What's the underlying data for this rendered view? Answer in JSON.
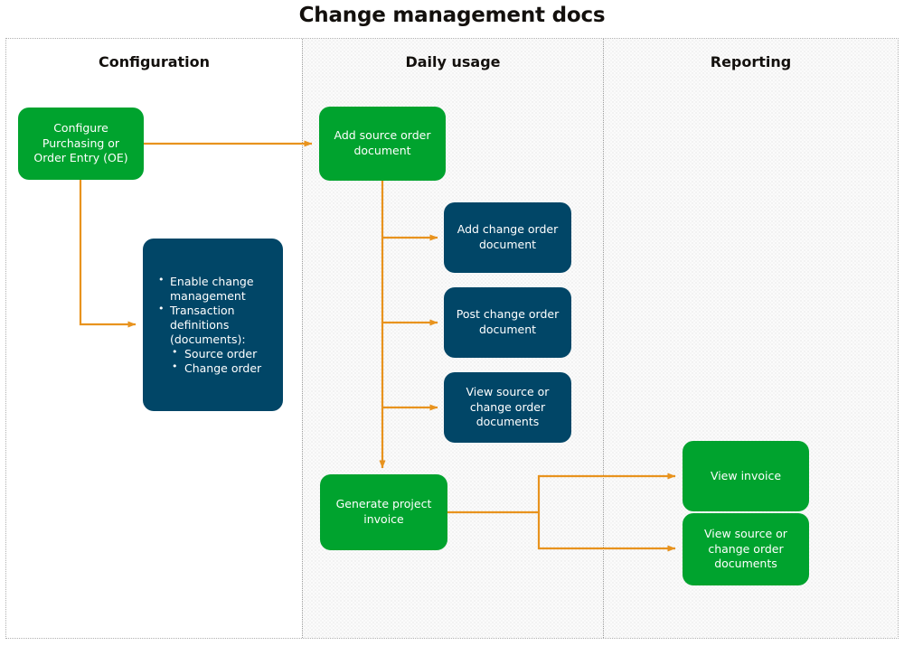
{
  "title": "Change management docs",
  "colors": {
    "green": "#00a32e",
    "blue": "#014667",
    "orange": "#e8931e",
    "text_dark": "#13100d",
    "lane_border": "#b0b0b0"
  },
  "lanes": [
    {
      "id": "configuration",
      "label": "Configuration"
    },
    {
      "id": "daily-usage",
      "label": "Daily usage"
    },
    {
      "id": "reporting",
      "label": "Reporting"
    }
  ],
  "nodes": {
    "configure_purchasing": {
      "label": "Configure\nPurchasing or\nOrder Entry (OE)",
      "color": "green",
      "lane": "configuration"
    },
    "enable_change_management": {
      "color": "blue",
      "lane": "configuration",
      "bullets": [
        {
          "text": "Enable change management",
          "children": []
        },
        {
          "text": "Transaction definitions (documents):",
          "children": [
            "Source order",
            "Change order"
          ]
        }
      ]
    },
    "add_source_order_document": {
      "label": "Add source order\ndocument",
      "color": "green",
      "lane": "daily-usage"
    },
    "add_change_order_document": {
      "label": "Add change order\ndocument",
      "color": "blue",
      "lane": "daily-usage"
    },
    "post_change_order_document": {
      "label": "Post change order\ndocument",
      "color": "blue",
      "lane": "daily-usage"
    },
    "view_source_or_change_order_documents": {
      "label": "View source or\nchange order\ndocuments",
      "color": "blue",
      "lane": "daily-usage"
    },
    "generate_project_invoice": {
      "label": "Generate project\ninvoice",
      "color": "green",
      "lane": "daily-usage"
    },
    "view_invoice": {
      "label": "View invoice",
      "color": "green",
      "lane": "reporting"
    },
    "view_source_or_change_order_documents_reporting": {
      "label": "View source or\nchange order\ndocuments",
      "color": "green",
      "lane": "reporting"
    }
  },
  "edges": [
    {
      "from": "configure_purchasing",
      "to": "add_source_order_document"
    },
    {
      "from": "configure_purchasing",
      "to": "enable_change_management"
    },
    {
      "from": "add_source_order_document",
      "to": "add_change_order_document"
    },
    {
      "from": "add_source_order_document",
      "to": "post_change_order_document"
    },
    {
      "from": "add_source_order_document",
      "to": "view_source_or_change_order_documents"
    },
    {
      "from": "add_source_order_document",
      "to": "generate_project_invoice"
    },
    {
      "from": "generate_project_invoice",
      "to": "view_invoice"
    },
    {
      "from": "generate_project_invoice",
      "to": "view_source_or_change_order_documents_reporting"
    }
  ]
}
